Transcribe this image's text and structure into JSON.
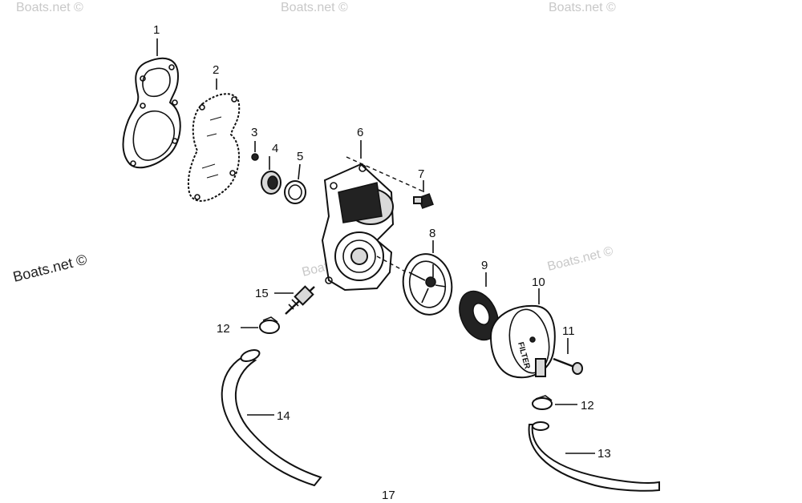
{
  "watermarks": {
    "top_left": "Boats.net ©",
    "top_center": "Boats.net ©",
    "top_right": "Boats.net ©",
    "left": "Boats.net ©",
    "center": "Boats.net ©",
    "right": "Boats.net ©"
  },
  "callouts": {
    "p1": "1",
    "p2": "2",
    "p3": "3",
    "p4": "4",
    "p5": "5",
    "p6": "6",
    "p7": "7",
    "p8": "8",
    "p9": "9",
    "p10": "10",
    "p11": "11",
    "p12a": "12",
    "p12b": "12",
    "p13": "13",
    "p14": "14",
    "p15": "15"
  },
  "filter_text": "FILTER",
  "page_number": "17"
}
